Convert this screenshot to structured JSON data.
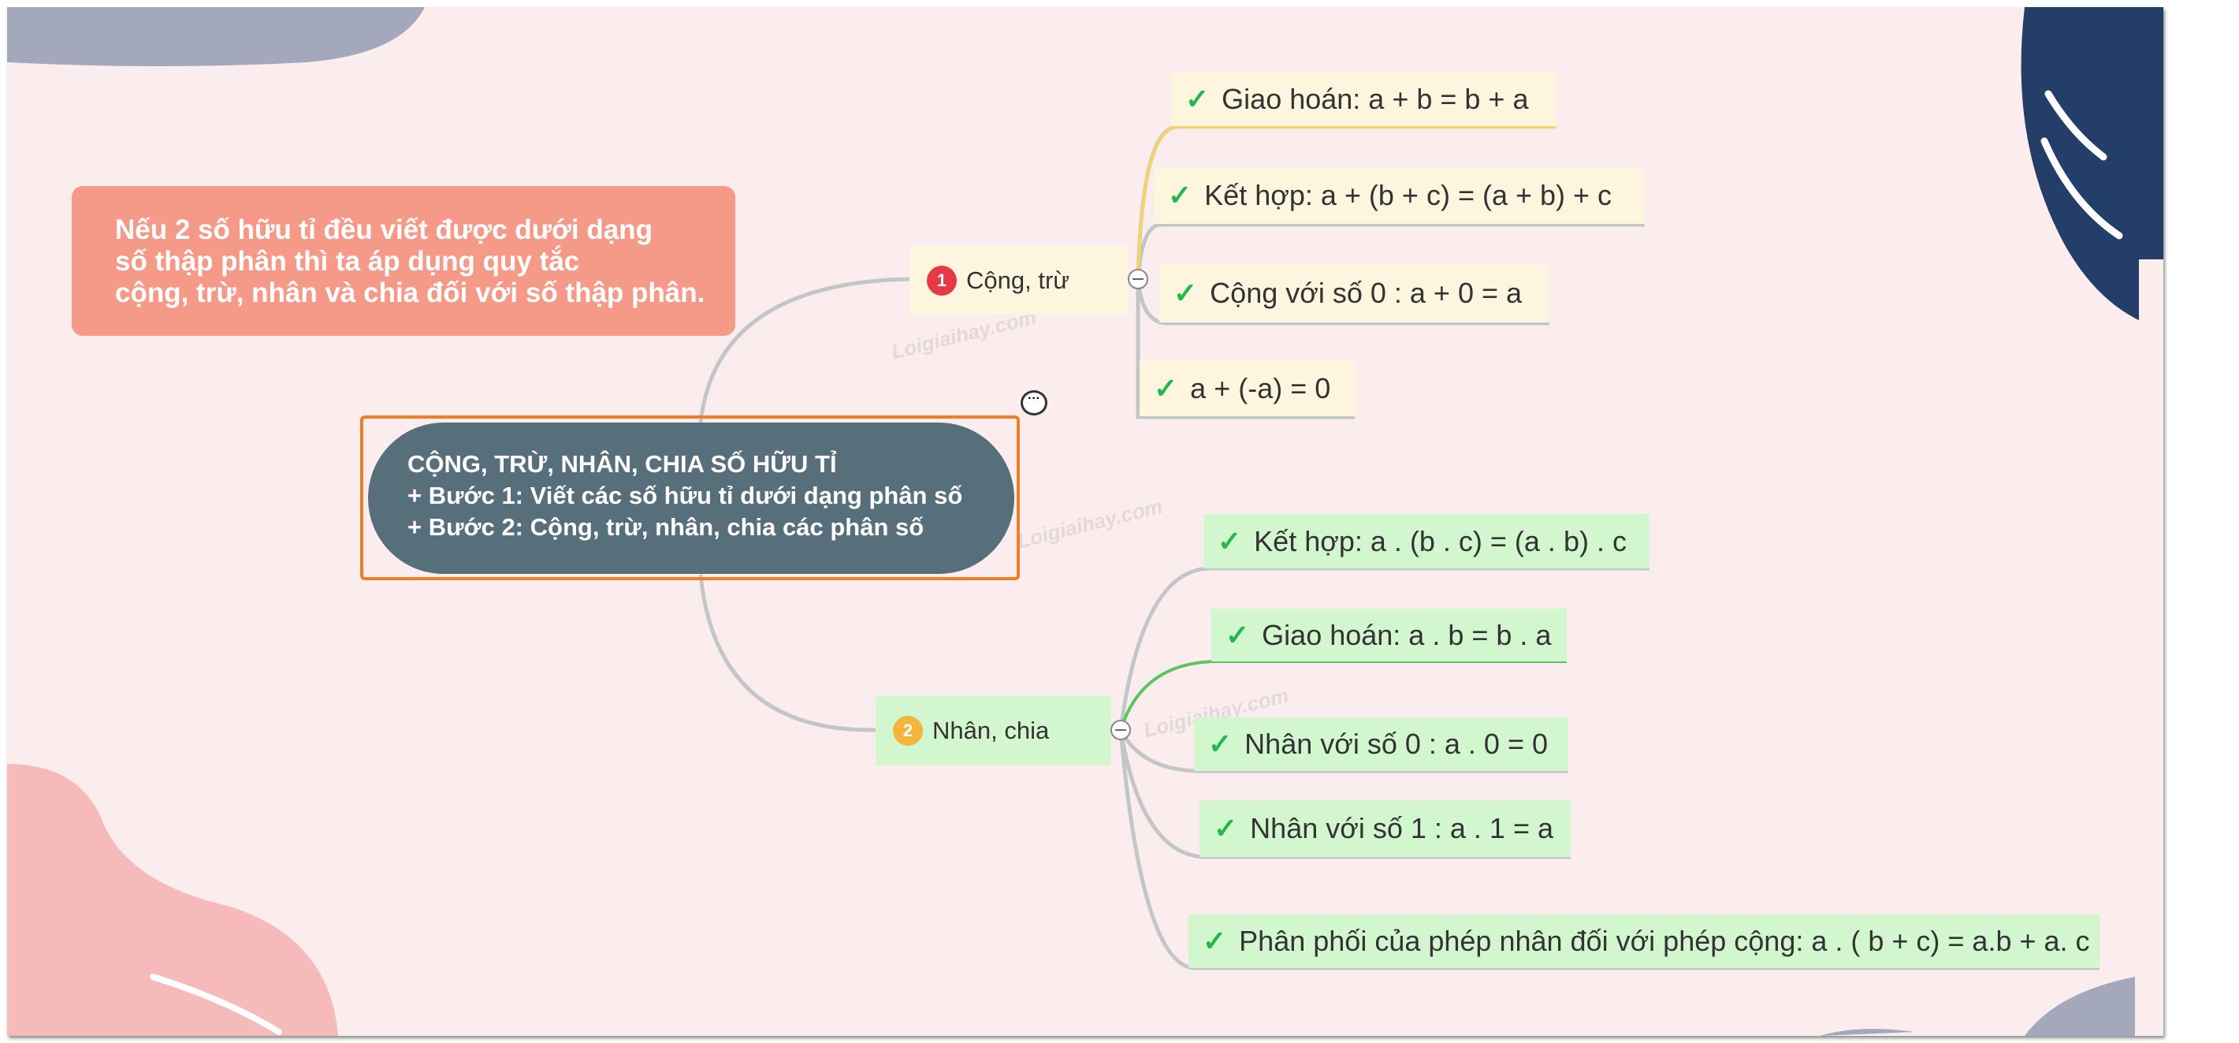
{
  "note": {
    "lines": [
      "Nếu 2 số hữu tỉ đều viết được dưới dạng",
      "số thập phân thì ta áp dụng quy tắc",
      "cộng, trừ, nhân và chia đối với số thập phân."
    ]
  },
  "central": {
    "title": "CỘNG, TRỪ, NHÂN, CHIA SỐ HỮU TỈ",
    "step1": "+ Bước 1: Viết các số hữu tỉ dưới dạng phân số",
    "step2": "+ Bước 2: Cộng, trừ, nhân, chia các phân số"
  },
  "branches": [
    {
      "badge": "1",
      "label": "Cộng, trừ",
      "color": "#E53945",
      "leaves": [
        "Giao hoán: a + b = b + a",
        "Kết hợp: a + (b + c) = (a + b) + c",
        "Cộng với số 0 : a + 0 = a",
        "a + (-a) = 0"
      ]
    },
    {
      "badge": "2",
      "label": "Nhân, chia",
      "color": "#F4B63A",
      "leaves": [
        "Kết hợp: a . (b . c) = (a . b) . c",
        "Giao hoán: a . b = b . a",
        "Nhân với số 0 : a . 0 = 0",
        "Nhân với số 1 : a . 1 = a",
        "Phân phối của phép nhân đối với phép cộng: a . ( b + c) = a.b + a. c"
      ]
    }
  ],
  "check_icon": "✓",
  "comment_icon": "···",
  "watermark": "Loigiaihay.com"
}
